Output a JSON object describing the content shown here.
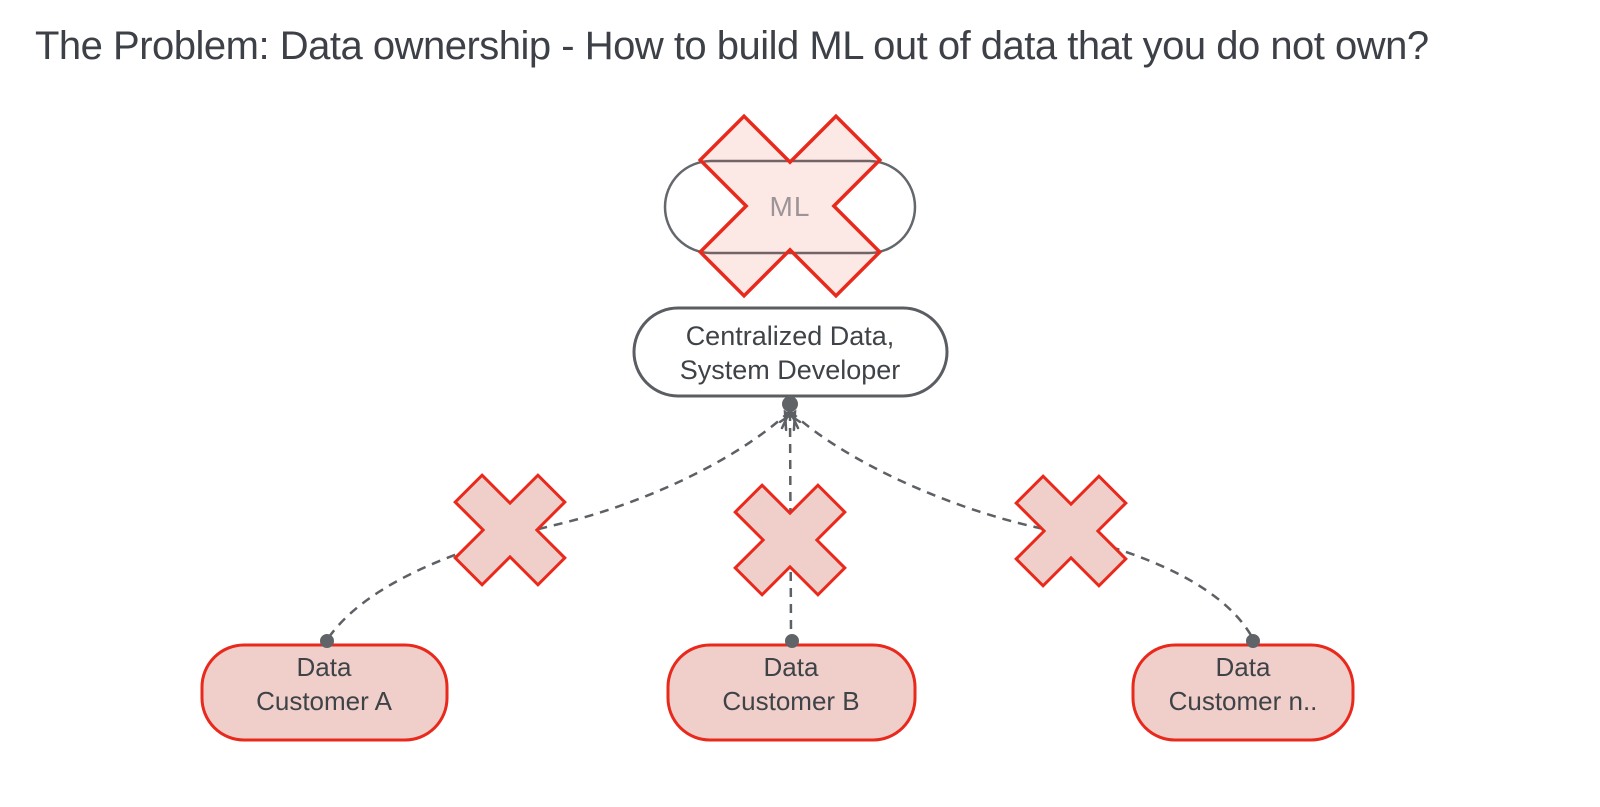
{
  "title": "The Problem: Data ownership - How to build ML out of data that you do not own?",
  "colors": {
    "red_stroke": "#e8291c",
    "pink_fill": "#f0cfcb",
    "big_x_fill_tint": "#f8e7e5",
    "gray_stroke": "#5d6064",
    "node_border_gray": "#5a5d61",
    "text_dark": "#3f4347",
    "text_muted_ml": "#9c9496",
    "title_color": "#3d4147"
  },
  "diagram": {
    "ml_node": {
      "label": "ML"
    },
    "central_node": {
      "label_line1": "Centralized Data,",
      "label_line2": "System Developer"
    },
    "customers": [
      {
        "line1": "Data",
        "line2": "Customer A"
      },
      {
        "line1": "Data",
        "line2": "Customer B"
      },
      {
        "line1": "Data",
        "line2": "Customer n.."
      }
    ]
  }
}
